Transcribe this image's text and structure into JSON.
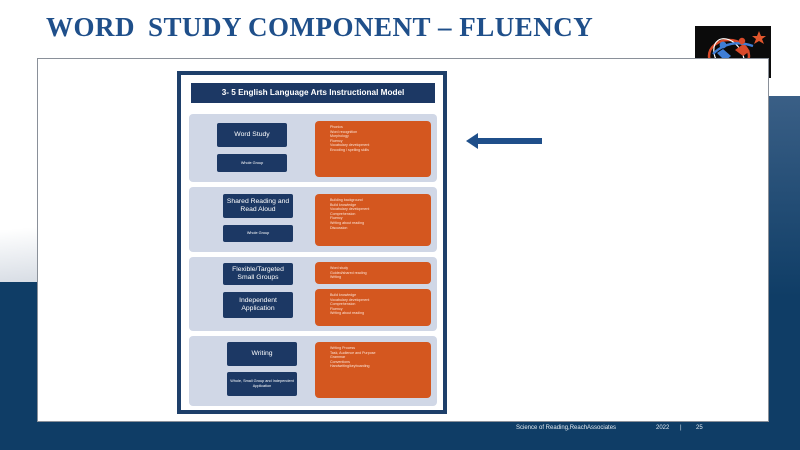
{
  "slide": {
    "title_parts": [
      "WORD",
      "STUDY",
      "COMPONENT",
      "– FLUENCY"
    ]
  },
  "logo": {
    "icon": "people-globe-logo"
  },
  "document": {
    "title": "3- 5 English Language Arts Instructional Model",
    "sections": [
      {
        "blue_boxes": [
          "Word Study",
          "Whole Group"
        ],
        "orange_items": [
          "Phonics",
          "Word recognition",
          "Morphology",
          "Fluency",
          "Vocabulary development",
          "Encoding / spelling skills"
        ]
      },
      {
        "blue_boxes": [
          "Shared Reading and Read Aloud",
          "Whole Group"
        ],
        "orange_items": [
          "Building background",
          "Build knowledge",
          "Vocabulary development",
          "Comprehension",
          "Fluency",
          "Writing about reading",
          "Discussion"
        ]
      },
      {
        "blue_boxes": [
          "Flexible/Targeted Small Groups",
          "Independent Application"
        ],
        "orange_items_top": [
          "Word study",
          "Guided/shared reading",
          "Writing"
        ],
        "orange_items": [
          "Build knowledge",
          "Vocabulary development",
          "Comprehension",
          "Fluency",
          "Writing about reading"
        ]
      },
      {
        "blue_boxes": [
          "Writing",
          "Whole, Small Group and Independent Application"
        ],
        "orange_items": [
          "Writing Process",
          "Task, Audience and Purpose",
          "Grammar",
          "Conventions",
          "Handwriting/keyboarding"
        ]
      }
    ]
  },
  "arrow": {
    "icon": "left-arrow-icon",
    "color": "#1f4f8a"
  },
  "footer": {
    "source": "Science of Reading,ReachAssociates",
    "year": "2022",
    "separator": "|",
    "page": "25"
  },
  "colors": {
    "title": "#1f4f8a",
    "navy": "#1c3864",
    "orange": "#d4571f",
    "section": "#d0d7e6",
    "dark_bg": "#0f3d66"
  }
}
